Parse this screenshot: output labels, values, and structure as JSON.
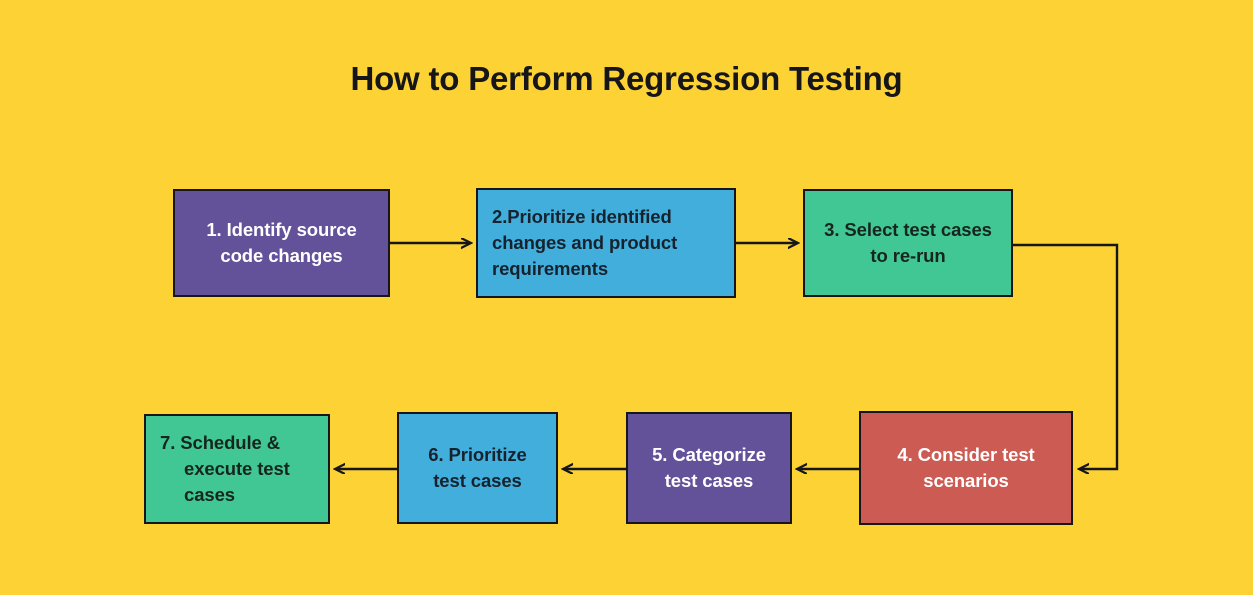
{
  "title": "How to Perform Regression Testing",
  "theme": {
    "background": "#FCD235",
    "stroke": "#16161a",
    "purple": "#63519A",
    "blue": "#42AEDC",
    "green": "#41C794",
    "red": "#CC5B53",
    "light_text": "#FFFFFF",
    "dark_text": "#16232e"
  },
  "chart_data": {
    "type": "diagram",
    "subtype": "flowchart",
    "title": "How to Perform Regression Testing",
    "orientation": "serpentine-left-to-right-then-right-to-left",
    "nodes": [
      {
        "id": "1",
        "number": "1.",
        "text": "1. Identify source code changes",
        "color": "#63519A",
        "text_color": "#FFFFFF",
        "align": "center"
      },
      {
        "id": "2",
        "number": "2.",
        "text": "2.Prioritize identified changes and product requirements",
        "color": "#42AEDC",
        "text_color": "#16232e",
        "align": "left"
      },
      {
        "id": "3",
        "number": "3.",
        "text": "3. Select test cases to re-run",
        "color": "#41C794",
        "text_color": "#16261f",
        "align": "center"
      },
      {
        "id": "4",
        "number": "4.",
        "text": "4. Consider test scenarios",
        "color": "#CC5B53",
        "text_color": "#FFFFFF",
        "align": "center"
      },
      {
        "id": "5",
        "number": "5.",
        "text": "5. Categorize test cases",
        "color": "#63519A",
        "text_color": "#FFFFFF",
        "align": "center"
      },
      {
        "id": "6",
        "number": "6.",
        "text": "6. Prioritize test cases",
        "color": "#42AEDC",
        "text_color": "#16232e",
        "align": "center"
      },
      {
        "id": "7",
        "number": "7.",
        "text": "7. Schedule & execute test cases",
        "color": "#41C794",
        "text_color": "#16261f",
        "align": "left"
      }
    ],
    "edges": [
      {
        "from": "1",
        "to": "2",
        "style": "straight",
        "direction": "right"
      },
      {
        "from": "2",
        "to": "3",
        "style": "straight",
        "direction": "right"
      },
      {
        "from": "3",
        "to": "4",
        "style": "elbow",
        "direction": "down-then-left"
      },
      {
        "from": "4",
        "to": "5",
        "style": "straight",
        "direction": "left"
      },
      {
        "from": "5",
        "to": "6",
        "style": "straight",
        "direction": "left"
      },
      {
        "from": "6",
        "to": "7",
        "style": "straight",
        "direction": "left"
      }
    ]
  },
  "nodes": {
    "n1": {
      "label": "1. Identify source code changes"
    },
    "n2": {
      "label": "2.Prioritize identified changes and product requirements"
    },
    "n3": {
      "label": "3. Select test cases to re-run"
    },
    "n4": {
      "label": "4. Consider test scenarios"
    },
    "n5": {
      "label": "5. Categorize test cases"
    },
    "n6": {
      "label": "6. Prioritize test cases"
    },
    "n7": {
      "label": "7. Schedule & execute test cases"
    }
  }
}
